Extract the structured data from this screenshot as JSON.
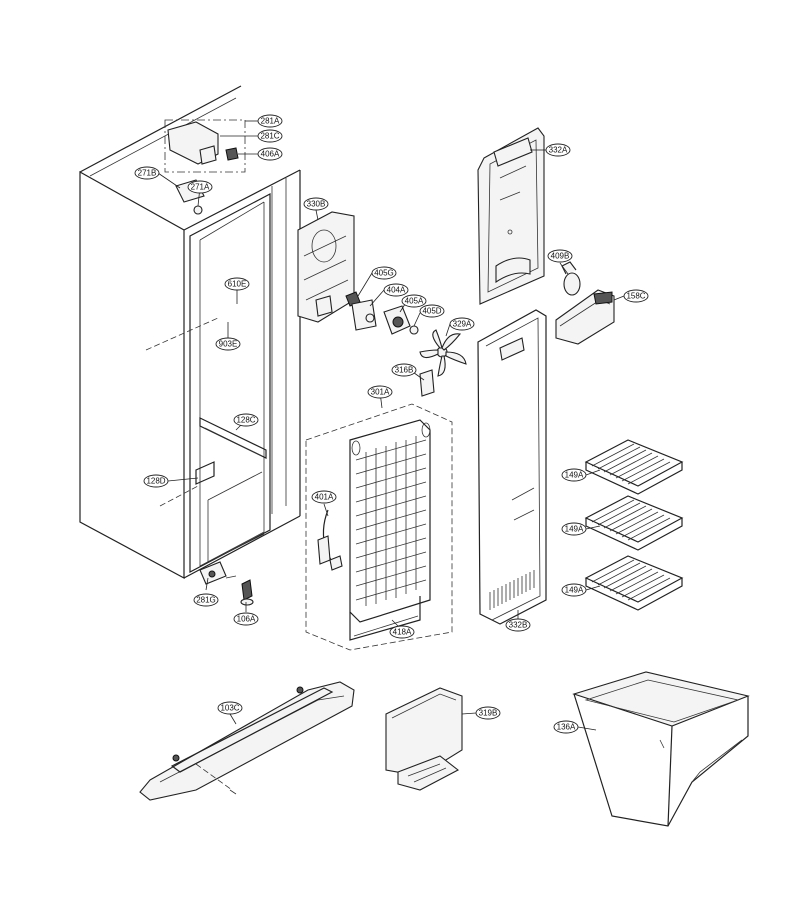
{
  "labels": {
    "p281A": "281A",
    "p281C": "281C",
    "p406A": "406A",
    "p271B": "271B",
    "p271A": "271A",
    "p610E": "610E",
    "p903E": "903E",
    "p128C": "128C",
    "p128D": "128D",
    "p281G": "281G",
    "p106A": "106A",
    "p330B": "330B",
    "p405G": "405G",
    "p404A": "404A",
    "p405A": "405A",
    "p405D": "405D",
    "p329A": "329A",
    "p316B": "316B",
    "p301A": "301A",
    "p401A": "401A",
    "p418A": "418A",
    "p332A": "332A",
    "p409B": "409B",
    "p158C": "158C",
    "p332B": "332B",
    "p149A_1": "149A",
    "p149A_2": "149A",
    "p149A_3": "149A",
    "p103C": "103C",
    "p319B": "319B",
    "p136A": "136A"
  }
}
